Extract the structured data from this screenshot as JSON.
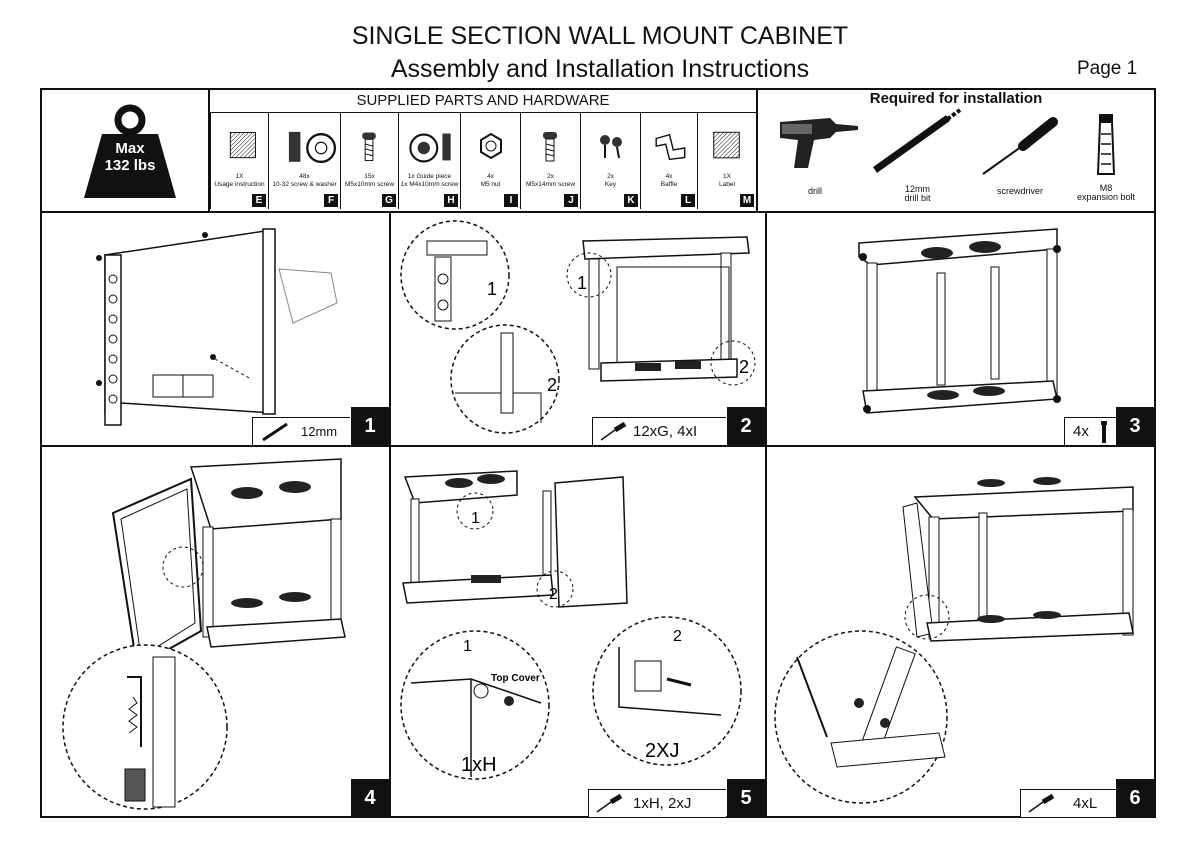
{
  "header": {
    "title": "SINGLE SECTION WALL MOUNT CABINET",
    "subtitle": "Assembly and Installation Instructions",
    "page": "Page 1"
  },
  "weight": {
    "line1": "Max",
    "line2": "132 lbs"
  },
  "supplied": {
    "heading": "SUPPLIED PARTS AND HARDWARE",
    "items": [
      {
        "qty": "1X",
        "desc": "Usage instruction",
        "letter": "E",
        "icon": "manual-icon"
      },
      {
        "qty": "48x",
        "desc": "10-32 screw & washer",
        "letter": "F",
        "icon": "screw-washer-icon"
      },
      {
        "qty": "15x",
        "desc": "M5x10mm screw",
        "letter": "G",
        "icon": "screw-icon"
      },
      {
        "qty": "1x Guide piece",
        "desc": "1x M4x10mm screw",
        "letter": "H",
        "icon": "guide-piece-icon"
      },
      {
        "qty": "4x",
        "desc": "M5 nut",
        "letter": "I",
        "icon": "nut-icon"
      },
      {
        "qty": "2x",
        "desc": "M5x14mm screw",
        "letter": "J",
        "icon": "screw-icon"
      },
      {
        "qty": "2x",
        "desc": "Key",
        "letter": "K",
        "icon": "key-icon"
      },
      {
        "qty": "4x",
        "desc": "Baffle",
        "letter": "L",
        "icon": "baffle-icon"
      },
      {
        "qty": "1X",
        "desc": "Label",
        "letter": "M",
        "icon": "label-icon"
      }
    ]
  },
  "required": {
    "heading": "Required for installation",
    "tools": [
      {
        "name": "drill",
        "icon": "drill-icon"
      },
      {
        "name": "12mm",
        "name2": "drill bit",
        "icon": "drill-bit-icon"
      },
      {
        "name": "screwdriver",
        "icon": "screwdriver-icon"
      },
      {
        "name": "M8",
        "name2": "expansion bolt",
        "icon": "expansion-bolt-icon"
      }
    ]
  },
  "steps": [
    {
      "num": "1",
      "legend": "12mm"
    },
    {
      "num": "2",
      "legend": "12xG, 4xI"
    },
    {
      "num": "3",
      "legend": "4x"
    },
    {
      "num": "4"
    },
    {
      "num": "5",
      "legend": "1xH, 2xJ"
    },
    {
      "num": "6",
      "legend": "4xL"
    }
  ],
  "callouts": {
    "one": "1",
    "two": "2",
    "top_cover": "Top  Cover",
    "h": "1xH",
    "j": "2XJ"
  }
}
